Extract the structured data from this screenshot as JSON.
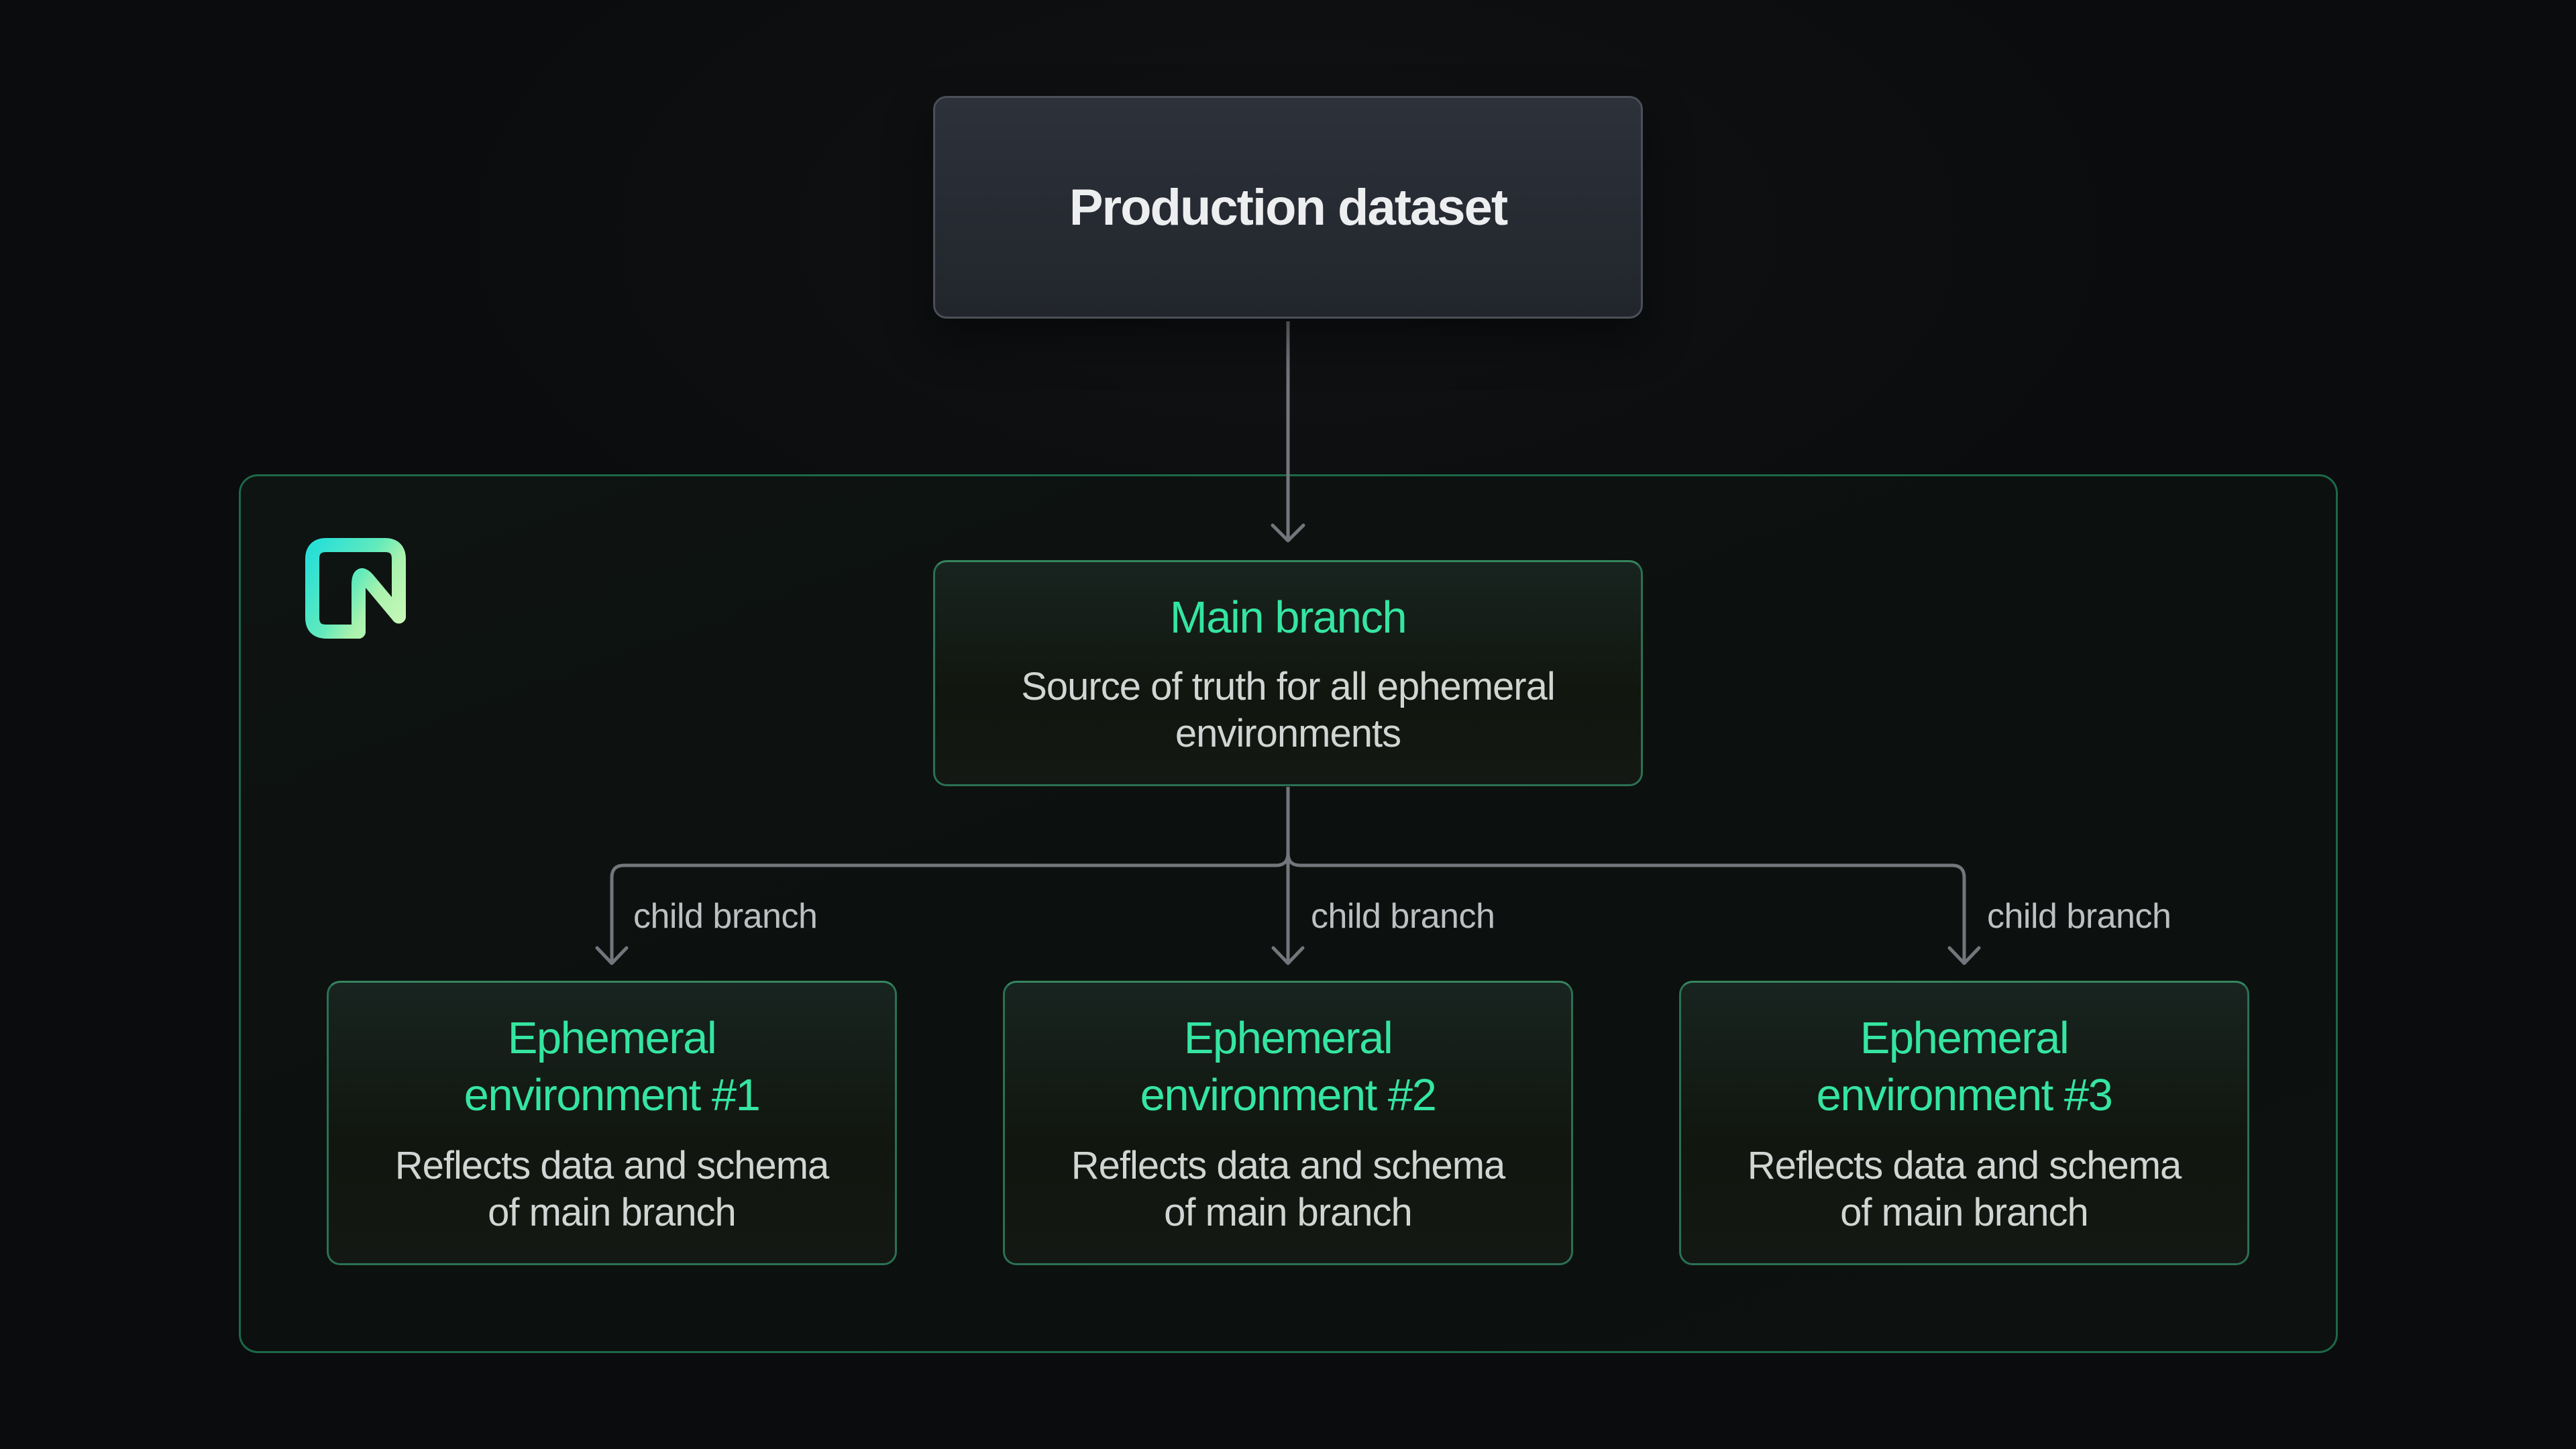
{
  "diagram": {
    "title_node": {
      "label": "Production dataset"
    },
    "platform_container": {
      "logo": "neon-logo"
    },
    "main_branch": {
      "title": "Main branch",
      "subtitle_lines": [
        "Source of truth for all ephemeral",
        "environments"
      ]
    },
    "edges": {
      "labels": [
        "child branch",
        "child branch",
        "child branch"
      ]
    },
    "environments": [
      {
        "title_lines": [
          "Ephemeral",
          "environment #1"
        ],
        "subtitle_lines": [
          "Reflects data and schema",
          "of main branch"
        ]
      },
      {
        "title_lines": [
          "Ephemeral",
          "environment #2"
        ],
        "subtitle_lines": [
          "Reflects data and schema",
          "of main branch"
        ]
      },
      {
        "title_lines": [
          "Ephemeral",
          "environment #3"
        ],
        "subtitle_lines": [
          "Reflects data and schema",
          "of main branch"
        ]
      }
    ],
    "colors": {
      "page_background": "#0a0c0d",
      "production_box_fill": "#272b33",
      "production_box_border": "#4a4f58",
      "container_border": "#1d6849",
      "container_fill": "#0d1210",
      "branch_box_border": "#2b7154",
      "branch_box_fill": "#141a16",
      "accent_green_text": "#35e5a1",
      "subtitle_text": "#d2d5d3",
      "connector_line": "#73777c",
      "edge_label_text": "#bdc0c2",
      "logo_gradient_start": "#2ae0d6",
      "logo_gradient_end": "#c6f8b7"
    }
  }
}
